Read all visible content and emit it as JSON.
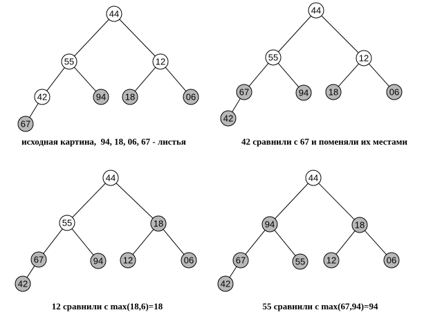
{
  "panels": [
    {
      "caption": "исходная картина,  94, 18, 06, 67 - листья",
      "nodes": [
        {
          "id": "a",
          "label": "44",
          "fill": "white"
        },
        {
          "id": "b",
          "label": "55",
          "fill": "white"
        },
        {
          "id": "c",
          "label": "12",
          "fill": "white"
        },
        {
          "id": "d",
          "label": "42",
          "fill": "white"
        },
        {
          "id": "e",
          "label": "94",
          "fill": "gray"
        },
        {
          "id": "f",
          "label": "18",
          "fill": "gray"
        },
        {
          "id": "g",
          "label": "06",
          "fill": "gray"
        },
        {
          "id": "h",
          "label": "67",
          "fill": "gray"
        }
      ]
    },
    {
      "caption": "42 сравнили с 67 и поменяли их местами",
      "nodes": [
        {
          "id": "a",
          "label": "44",
          "fill": "white"
        },
        {
          "id": "b",
          "label": "55",
          "fill": "white"
        },
        {
          "id": "c",
          "label": "12",
          "fill": "white"
        },
        {
          "id": "d",
          "label": "67",
          "fill": "gray"
        },
        {
          "id": "e",
          "label": "94",
          "fill": "gray"
        },
        {
          "id": "f",
          "label": "18",
          "fill": "gray"
        },
        {
          "id": "g",
          "label": "06",
          "fill": "gray"
        },
        {
          "id": "h",
          "label": "42",
          "fill": "gray"
        }
      ]
    },
    {
      "caption": "12 сравнили с max(18,6)=18",
      "nodes": [
        {
          "id": "a",
          "label": "44",
          "fill": "white"
        },
        {
          "id": "b",
          "label": "55",
          "fill": "white"
        },
        {
          "id": "c",
          "label": "18",
          "fill": "gray"
        },
        {
          "id": "d",
          "label": "67",
          "fill": "gray"
        },
        {
          "id": "e",
          "label": "94",
          "fill": "gray"
        },
        {
          "id": "f",
          "label": "12",
          "fill": "gray"
        },
        {
          "id": "g",
          "label": "06",
          "fill": "gray"
        },
        {
          "id": "h",
          "label": "42",
          "fill": "gray"
        }
      ]
    },
    {
      "caption": "55 сравнили с max(67,94)=94",
      "nodes": [
        {
          "id": "a",
          "label": "44",
          "fill": "white"
        },
        {
          "id": "b",
          "label": "94",
          "fill": "gray"
        },
        {
          "id": "c",
          "label": "18",
          "fill": "gray"
        },
        {
          "id": "d",
          "label": "67",
          "fill": "gray"
        },
        {
          "id": "e",
          "label": "55",
          "fill": "gray"
        },
        {
          "id": "f",
          "label": "12",
          "fill": "gray"
        },
        {
          "id": "g",
          "label": "06",
          "fill": "gray"
        },
        {
          "id": "h",
          "label": "42",
          "fill": "gray"
        }
      ]
    }
  ],
  "edges": [
    [
      "a",
      "b"
    ],
    [
      "a",
      "c"
    ],
    [
      "b",
      "d"
    ],
    [
      "b",
      "e"
    ],
    [
      "c",
      "f"
    ],
    [
      "c",
      "g"
    ],
    [
      "d",
      "h"
    ]
  ],
  "colors": {
    "white": "#ffffff",
    "gray": "#b8b8b8",
    "line": "#000000"
  }
}
